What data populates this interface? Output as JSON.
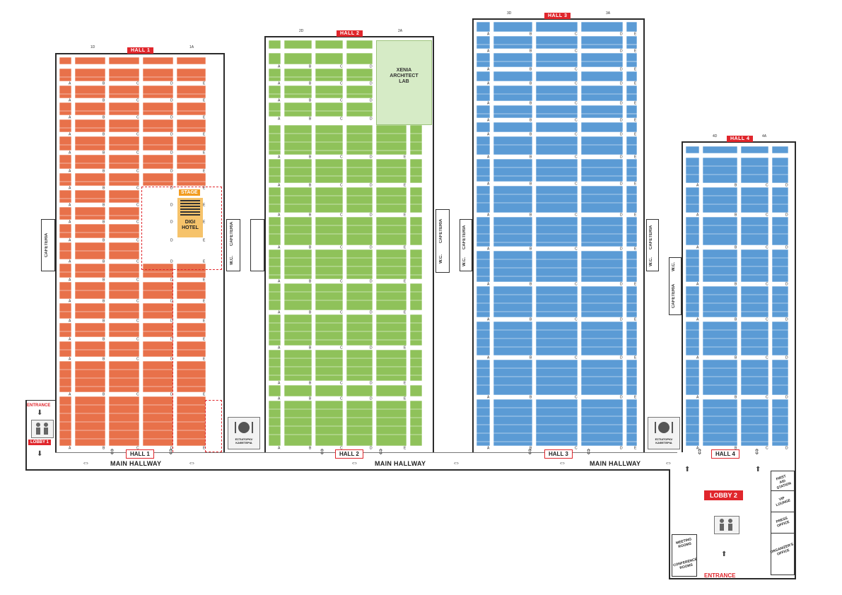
{
  "halls": [
    {
      "id": "h1",
      "tag": "HALL 1",
      "bottom": "HALL 1",
      "color": "#e8714a",
      "top_labels": [
        "1D",
        "1A"
      ]
    },
    {
      "id": "h2",
      "tag": "HALL 2",
      "bottom": "HALL 2",
      "color": "#8fc25a",
      "top_labels": [
        "2D",
        "2A"
      ]
    },
    {
      "id": "h3",
      "tag": "HALL 3",
      "bottom": "HALL 3",
      "color": "#5b9bd5",
      "top_labels": [
        "3D",
        "3A"
      ]
    },
    {
      "id": "h4",
      "tag": "HALL 4",
      "bottom": "HALL 4",
      "color": "#5b9bd5",
      "top_labels": [
        "4D",
        "4A"
      ]
    }
  ],
  "column_letters": [
    "A",
    "B",
    "C",
    "D",
    "E"
  ],
  "hall1": {
    "stage": "STAGE",
    "digi_hotel": "DIGI\nHOTEL"
  },
  "hall2": {
    "xenia": "XENIA\nARCHITECT\nLAB"
  },
  "hallway_label": "MAIN HALLWAY",
  "cafeteria": "CAFETERIA",
  "wc": "W.C.",
  "restaurant": "ΕΣΤΙΑΤΟΡΙΟ/\nΚΑΦΕΤΕΡΙΑ",
  "lobby1": "LOBBY 1",
  "lobby2": "LOBBY 2",
  "entrance": "ENTRANCE",
  "lobby2_rooms": {
    "first_aid": "FIRST\nAID\nSTATION",
    "vip": "VIP\nLOUNGE",
    "press": "PRESS\nOFFICE",
    "organizer": "ORGANIZER'S\nOFFICE",
    "meeting": "MEETING\nROOMS",
    "conference": "CONFERENCE\nROOMS"
  }
}
